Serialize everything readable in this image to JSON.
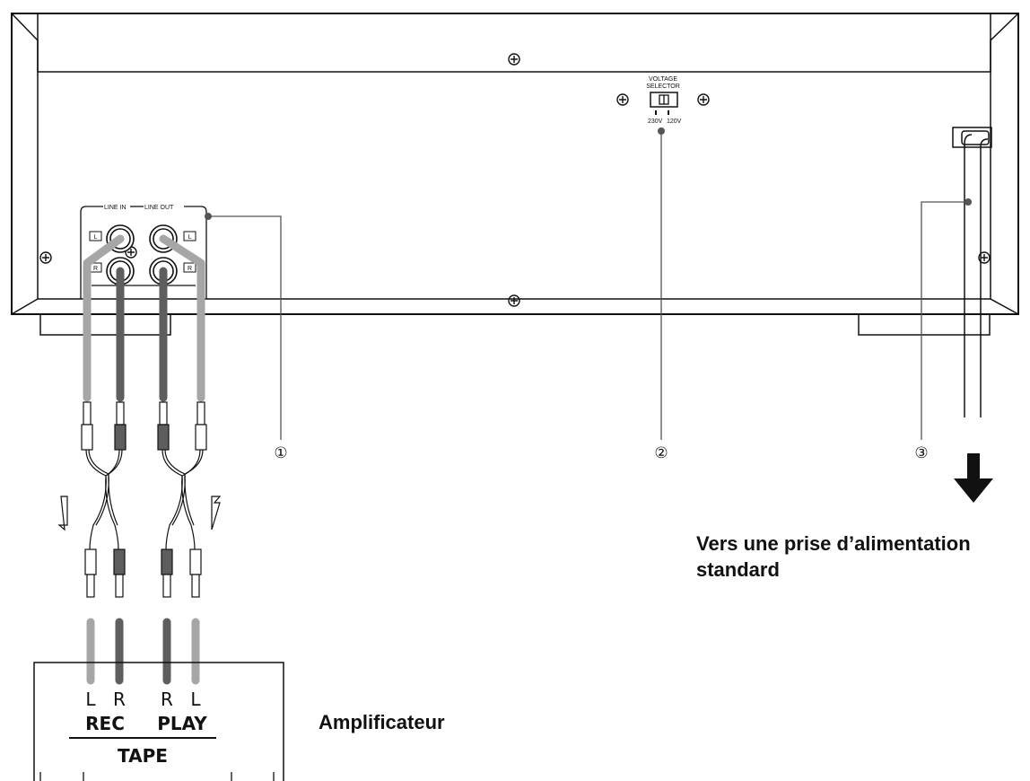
{
  "panel": {
    "voltage_selector_title_line1": "VOLTAGE",
    "voltage_selector_title_line2": "SELECTOR",
    "voltage_230": "230V",
    "voltage_120": "120V",
    "line_in": "LINE IN",
    "line_out": "LINE OUT",
    "jack_l": "L",
    "jack_r": "R"
  },
  "callouts": {
    "c1": "①",
    "c2": "②",
    "c3": "③"
  },
  "power": {
    "label_line1": "Vers une prise d’alimentation",
    "label_line2": "standard"
  },
  "amplifier": {
    "label": "Amplificateur",
    "ch_l1": "L",
    "ch_r1": "R",
    "ch_r2": "R",
    "ch_l2": "L",
    "rec": "REC",
    "play": "PLAY",
    "tape": "TAPE"
  },
  "colors": {
    "light_cable": "#a6a6a6",
    "dark_cable": "#5e5e5e",
    "line": "#111111"
  }
}
